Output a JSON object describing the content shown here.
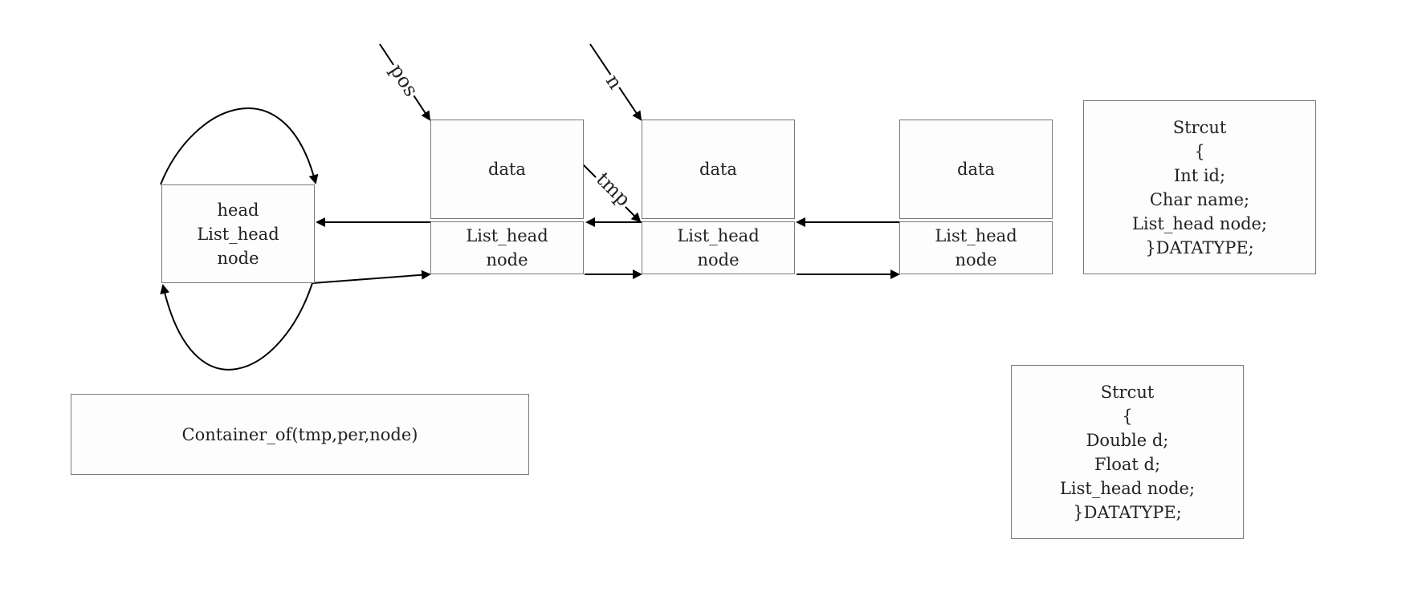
{
  "head_node": {
    "line1": "head",
    "line2": "List_head",
    "line3": "node"
  },
  "nodes": [
    {
      "data": "data",
      "link1": "List_head",
      "link2": "node"
    },
    {
      "data": "data",
      "link1": "List_head",
      "link2": "node"
    },
    {
      "data": "data",
      "link1": "List_head",
      "link2": "node"
    }
  ],
  "pointers": {
    "pos": "pos",
    "n": "n",
    "tmp": "tmp"
  },
  "container_of": "Container_of(tmp,per,node)",
  "struct1": [
    "Strcut",
    "{",
    "Int id;",
    "Char name;",
    "List_head node;",
    "}DATATYPE;"
  ],
  "struct2": [
    "Strcut",
    "{",
    "Double d;",
    "Float d;",
    "List_head node;",
    "}DATATYPE;"
  ]
}
